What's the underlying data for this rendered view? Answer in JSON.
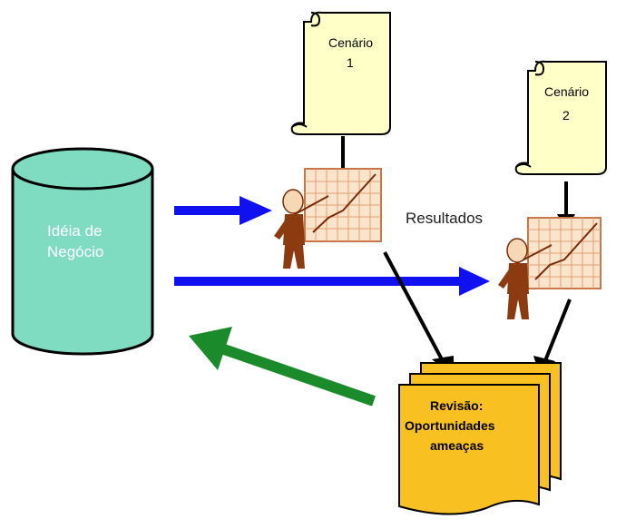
{
  "database": {
    "line1": "Idéia de",
    "line2": "Negócio"
  },
  "scenario1": {
    "line1": "Cenário",
    "line2": "1"
  },
  "scenario2": {
    "line1": "Cenário",
    "line2": "2"
  },
  "results_label": "Resultados",
  "review": {
    "line1": "Revisão:",
    "line2": "Oportunidades",
    "line3": "ameaças"
  },
  "colors": {
    "database_fill": "#80dcc0",
    "scroll_fill": "#ffffc8",
    "document_fill": "#f8c020",
    "blue_arrow": "#1010f0",
    "green_arrow": "#1a8a2a",
    "black_arrow": "#000000",
    "chart_grid": "#f4c8a4",
    "figure_body": "#8c3a10"
  }
}
